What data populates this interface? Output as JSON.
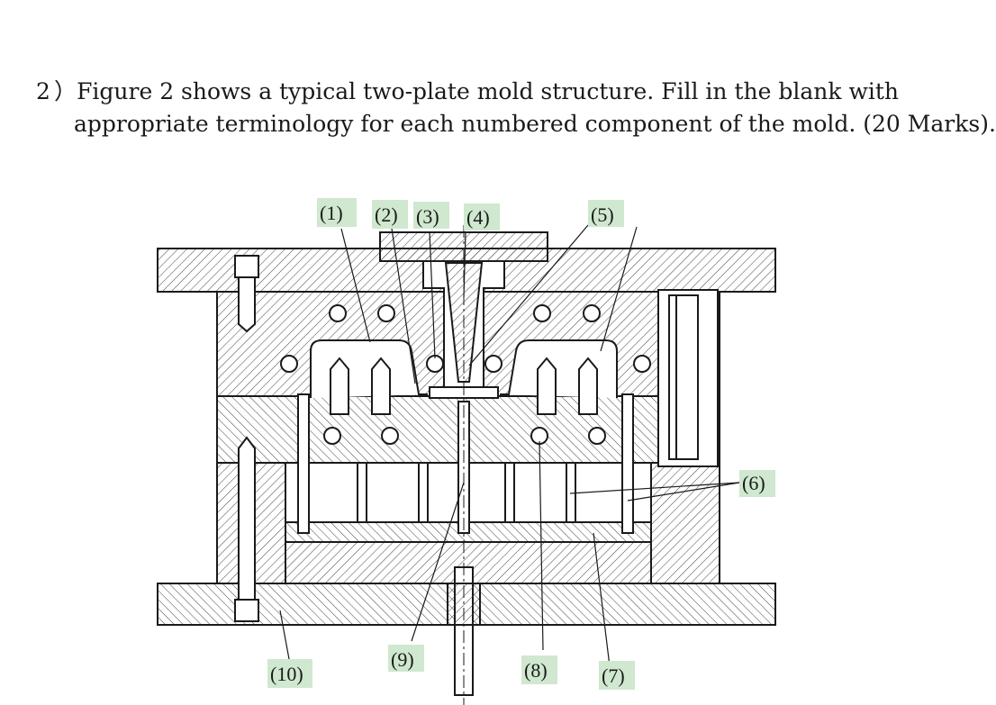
{
  "question": {
    "number": "2）",
    "line1": "Figure 2 shows a typical two-plate mold structure. Fill in the blank with",
    "line2": "appropriate terminology for each numbered component of the mold. (20 Marks)."
  },
  "figure": {
    "labels": {
      "l1": "(1)",
      "l2": "(2)",
      "l3": "(3)",
      "l4": "(4)",
      "l5": "(5)",
      "l6": "(6)",
      "l7": "(7)",
      "l8": "(8)",
      "l9": "(9)",
      "l10": "(10)"
    },
    "colors": {
      "label_bg": "#cfe8cf",
      "line": "#1a1a1a",
      "hatch": "#444444"
    }
  }
}
